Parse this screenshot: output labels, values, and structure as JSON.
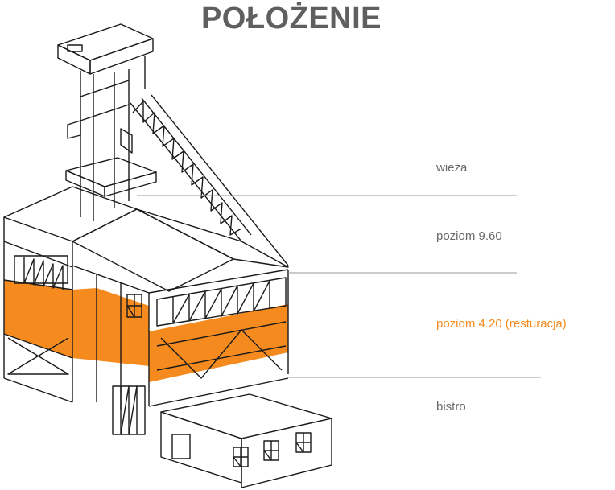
{
  "title": "POŁOŻENIE",
  "colors": {
    "accent": "#f58a1f",
    "title": "#5f5f5f",
    "label": "#6a6a6a",
    "line": "#222222",
    "leader": "#999999"
  },
  "levels": [
    {
      "id": "wieza",
      "label": "wieża",
      "active": false
    },
    {
      "id": "poziom-960",
      "label": "poziom 9.60",
      "active": false
    },
    {
      "id": "poziom-420",
      "label": "poziom 4.20 (resturacja)",
      "active": true
    },
    {
      "id": "bistro",
      "label": "bistro",
      "active": false
    }
  ]
}
